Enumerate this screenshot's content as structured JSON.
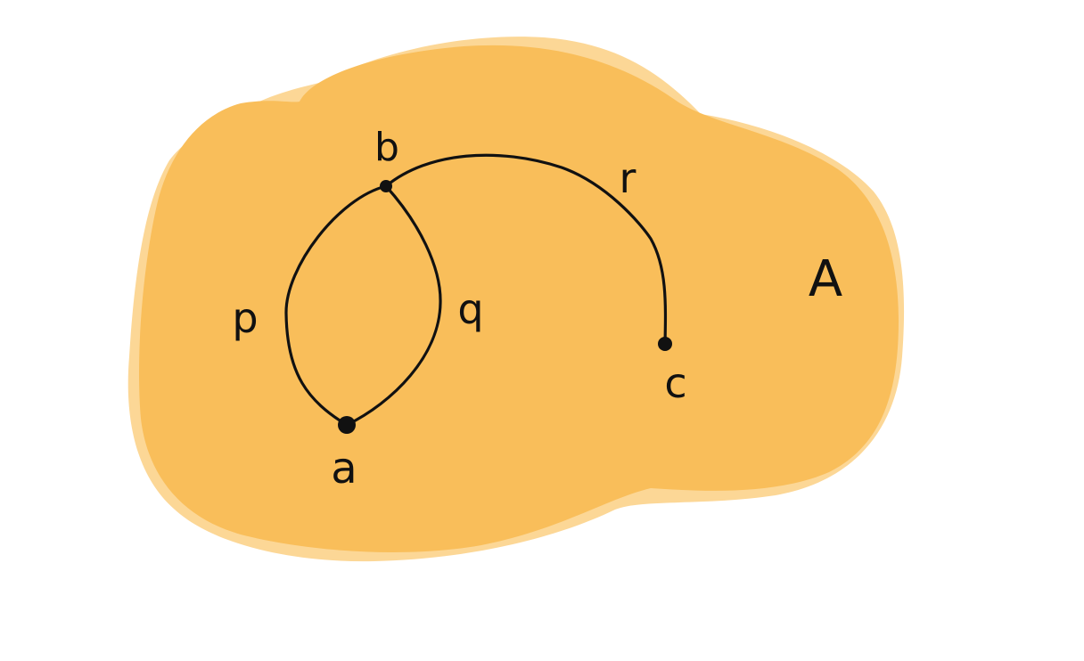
{
  "diagram": {
    "colors": {
      "background": "#ffffff",
      "region_light": "#fcd796",
      "region_main": "#f9be5a",
      "ink": "#111111"
    },
    "region": {
      "label": "A"
    },
    "points": [
      {
        "id": "a",
        "label": "a"
      },
      {
        "id": "b",
        "label": "b"
      },
      {
        "id": "c",
        "label": "c"
      }
    ],
    "paths": [
      {
        "id": "p",
        "label": "p",
        "from": "a",
        "to": "b"
      },
      {
        "id": "q",
        "label": "q",
        "from": "a",
        "to": "b"
      },
      {
        "id": "r",
        "label": "r",
        "from": "b",
        "to": "c"
      }
    ]
  }
}
